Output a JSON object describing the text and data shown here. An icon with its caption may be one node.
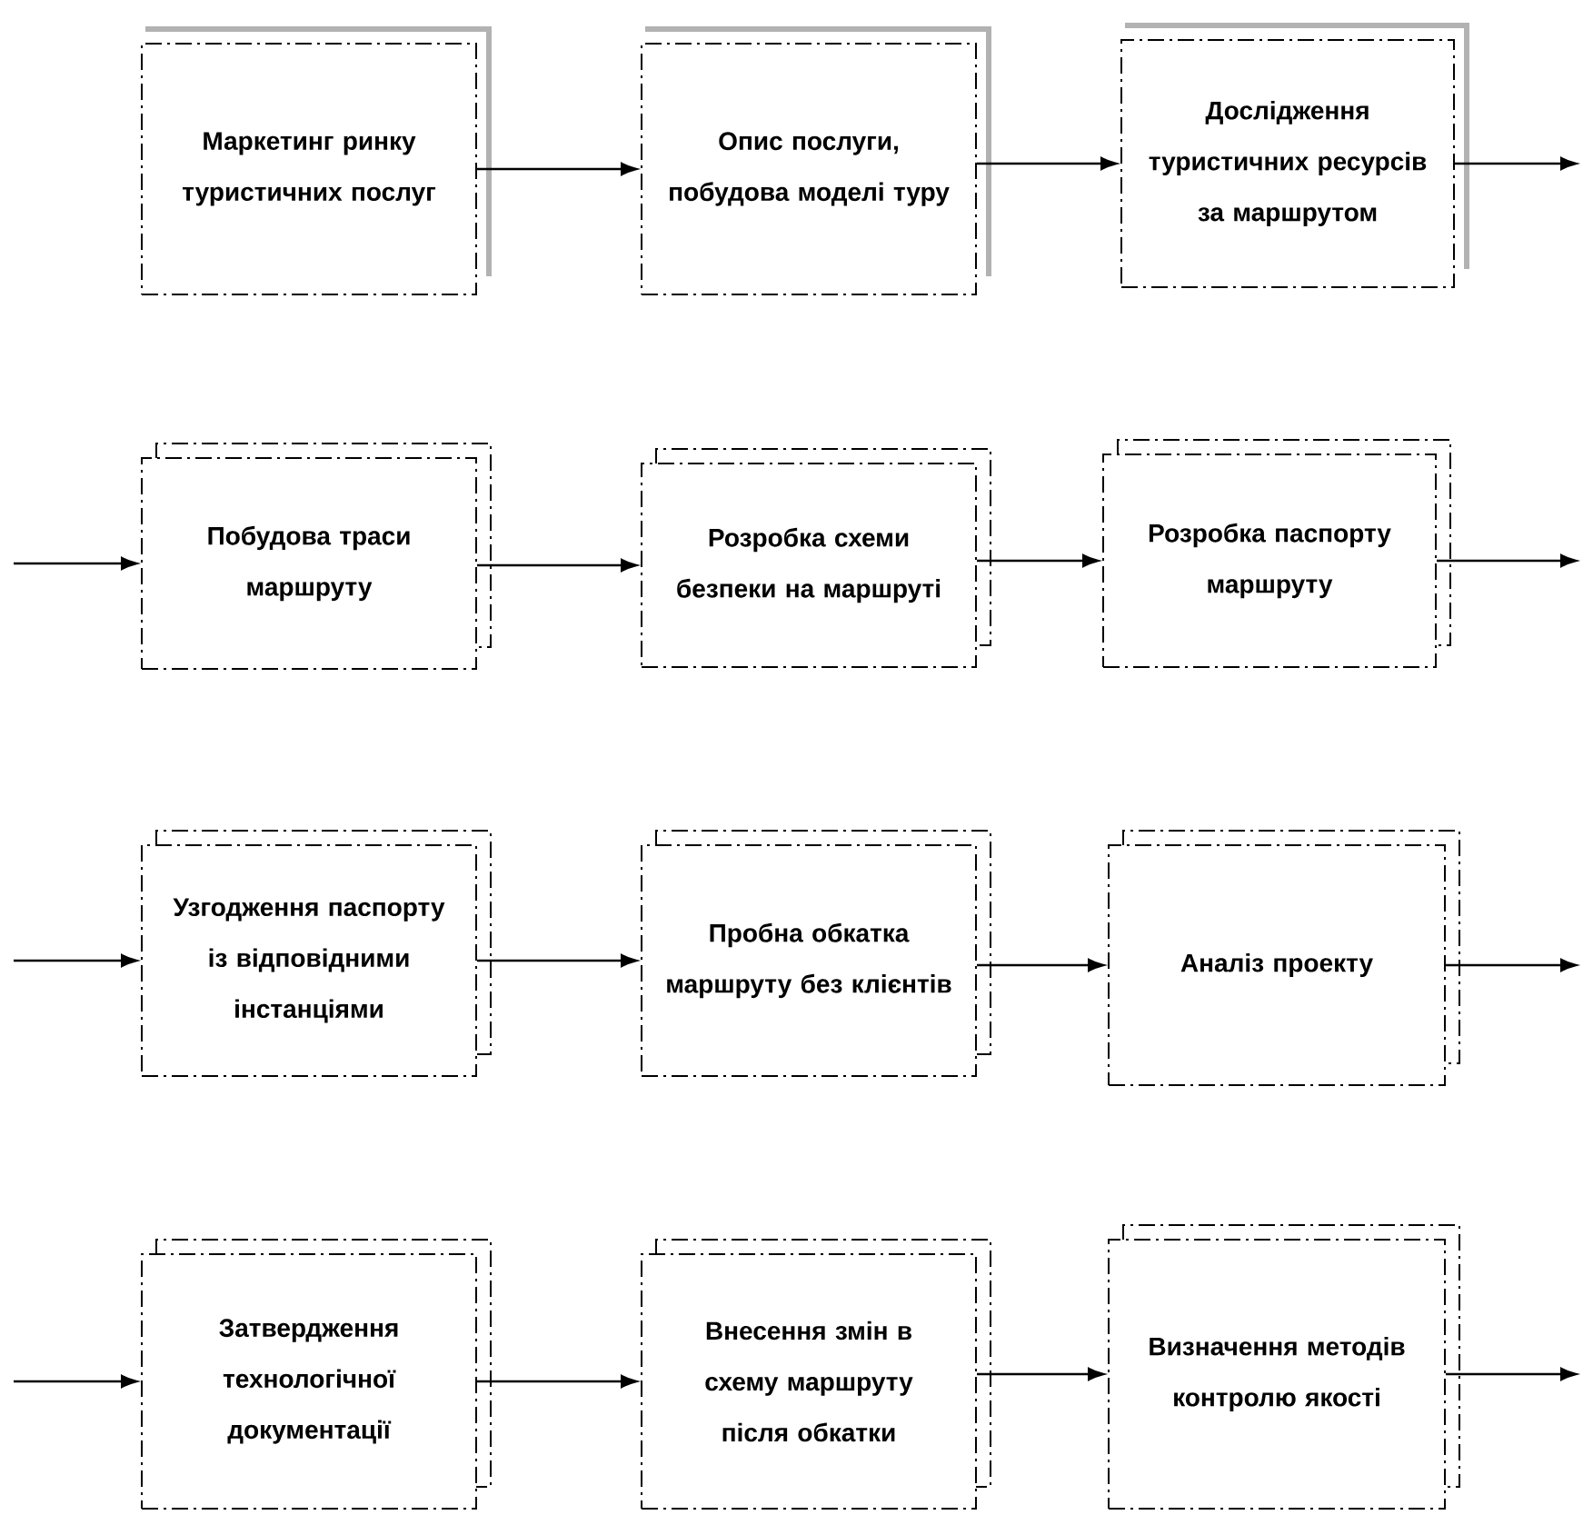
{
  "diagram": {
    "nodes": [
      {
        "text": [
          "Маркетинг ринку туристичних послуг"
        ]
      },
      {
        "text": [
          "Опис послуги, побудова моделі туру"
        ]
      },
      {
        "text": [
          "Дослідження туристичних ресурсів за маршрутом"
        ]
      },
      {
        "text": [
          "Побудова траси маршруту"
        ]
      },
      {
        "text": [
          "Розробка схеми безпеки на маршруті"
        ]
      },
      {
        "text": [
          "Розробка паспорту маршруту"
        ]
      },
      {
        "text": [
          "Узгодження паспорту із відповідними інстанціями"
        ]
      },
      {
        "text": [
          "Пробна обкатка маршруту без клієнтів"
        ]
      },
      {
        "text": [
          "Аналіз проекту"
        ]
      },
      {
        "text": [
          "Затвердження технологічної документації"
        ]
      },
      {
        "text": [
          "Внесення змін в схему маршруту після обкатки"
        ]
      },
      {
        "text": [
          "Визначення методів контролю якості"
        ]
      }
    ],
    "edges": [
      {
        "from": 0,
        "to": 1,
        "arrow": "to"
      },
      {
        "from": 1,
        "to": 2,
        "arrow": "to"
      },
      {
        "from": 2,
        "to": null,
        "arrow": "to"
      },
      {
        "from": null,
        "to": 3,
        "arrow": "to"
      },
      {
        "from": 3,
        "to": 4,
        "arrow": "to"
      },
      {
        "from": 4,
        "to": 5,
        "arrow": "to"
      },
      {
        "from": 5,
        "to": null,
        "arrow": "to"
      },
      {
        "from": null,
        "to": 6,
        "arrow": "to"
      },
      {
        "from": 6,
        "to": 7,
        "arrow": "to"
      },
      {
        "from": 7,
        "to": 8,
        "arrow": "to"
      },
      {
        "from": 8,
        "to": null,
        "arrow": "to"
      },
      {
        "from": null,
        "to": 9,
        "arrow": "to"
      },
      {
        "from": 9,
        "to": 10,
        "arrow": "to"
      },
      {
        "from": 10,
        "to": 11,
        "arrow": "to"
      },
      {
        "from": 11,
        "to": null,
        "arrow": "to"
      }
    ]
  }
}
